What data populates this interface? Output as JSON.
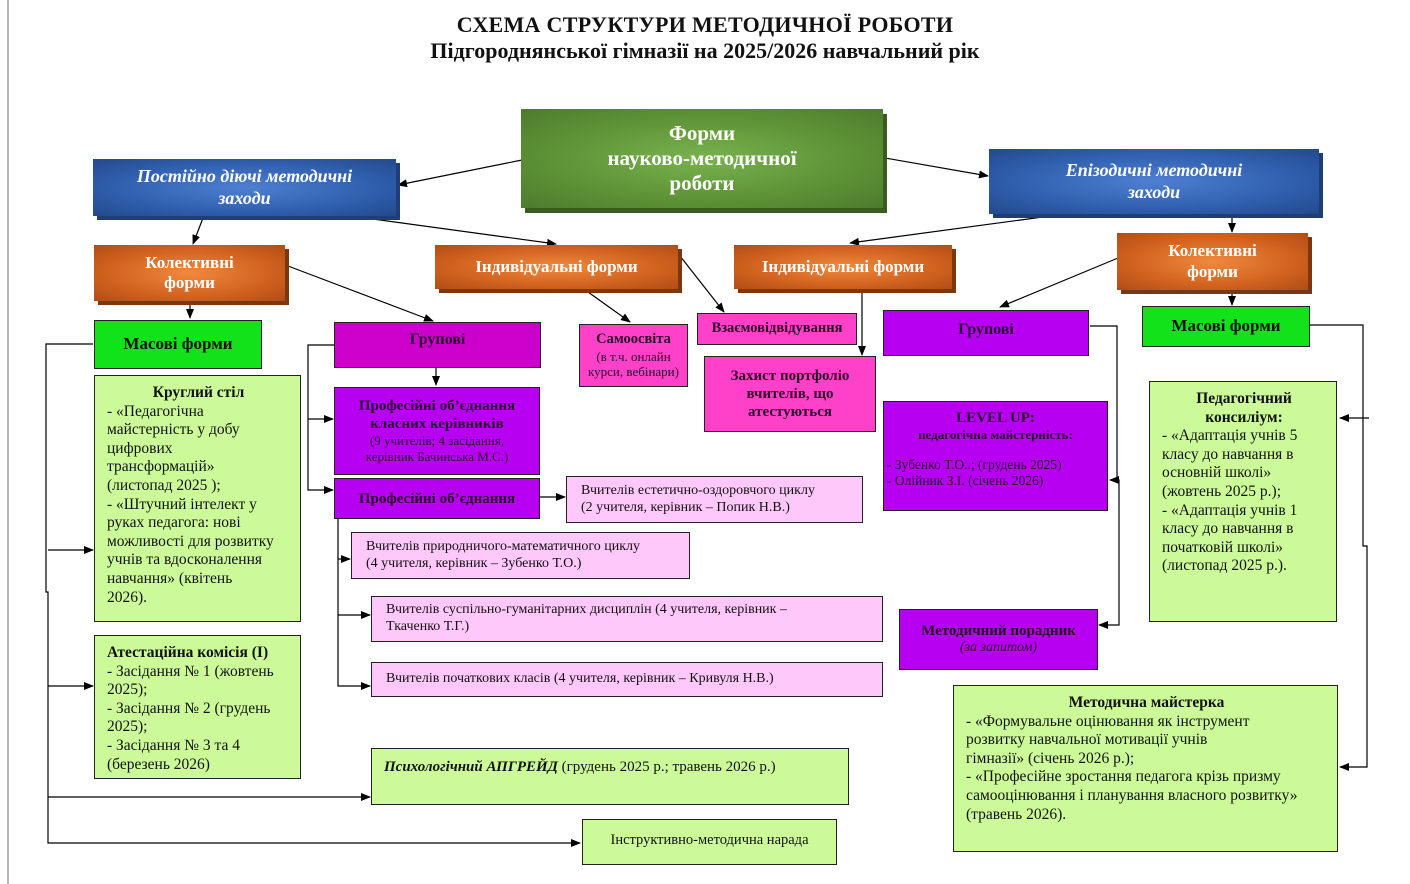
{
  "title": {
    "line1": "СХЕМА СТРУКТУРИ МЕТОДИЧНОЇ РОБОТИ",
    "line2": "Підгороднянської гімназії на 2025/2026 навчальний рік"
  },
  "root": {
    "line1": "Форми",
    "line2": "науково-методичної",
    "line3": "роботи"
  },
  "branches": {
    "permanent": {
      "line1": "Постійно діючі методичні",
      "line2": "заходи"
    },
    "episodic": {
      "line1": "Епізодичні методичні",
      "line2": "заходи"
    }
  },
  "left": {
    "collective": {
      "line1": "Колективні",
      "line2": "форми"
    },
    "individual": {
      "label": "Індивідуальні форми"
    },
    "mass": {
      "label": "Масові форми"
    },
    "group": {
      "label": "Групові"
    },
    "self_education": {
      "title": "Самоосвіта",
      "sub1": "(в т.ч. онлайн",
      "sub2": "курси, вебінари)"
    },
    "mutual_visits": {
      "label": "Взаємовідвідування"
    },
    "round_table": {
      "title": "Круглий стіл",
      "lines": [
        "- «Педагогічна",
        "майстерність у добу",
        "цифрових",
        "трансформацій»",
        "(листопад 2025 );",
        "- «Штучний інтелект у",
        "руках педагога: нові",
        "можливості для розвитку",
        "учнів та вдосконалення",
        "навчання» (квітень",
        "2026)."
      ]
    },
    "attestation": {
      "title": "Атестаційна комісія (І)",
      "lines": [
        "- Засідання № 1 (жовтень",
        "2025);",
        "- Засідання № 2 (грудень",
        "2025);",
        "- Засідання № 3 та 4",
        "(березень 2026)"
      ]
    },
    "class_teachers": {
      "line1": "Професійні об’єднання",
      "line2": "класних керівників",
      "sub1": "(9 учителів; 4 засідання,",
      "sub2": "керівник Бачинська М.С.)"
    },
    "prof_unions": {
      "label": "Професійні об’єднання"
    },
    "unions": [
      {
        "line1": "Вчителів естетично-оздоровчого циклу",
        "line2": "(2 учителя, керівник – Попик Н.В.)"
      },
      {
        "line1": "Вчителів природничого-математичного циклу",
        "line2": "(4 учителя, керівник – Зубенко Т.О.)"
      },
      {
        "line1": "Вчителів суспільно-гуманітарних дисциплін (4 учителя, керівник –",
        "line2": "Ткаченко Т.Г.)"
      },
      {
        "line1": "Вчителів початкових класів (4 учителя, керівник – Кривуля Н.В.)",
        "line2": ""
      }
    ],
    "psych_upgrade": {
      "title": "Психологічний  АПГРЕЙД",
      "rest": " (грудень 2025 р.; травень 2026 р.)"
    },
    "instructive": {
      "label": "Інструктивно-методична нарада"
    }
  },
  "right": {
    "individual": {
      "label": "Індивідуальні форми"
    },
    "collective": {
      "line1": "Колективні",
      "line2": "форми"
    },
    "group": {
      "label": "Групові"
    },
    "mass": {
      "label": "Масові форми"
    },
    "portfolio": {
      "line1": "Захист портфоліо",
      "line2": "вчителів,  що",
      "line3": "атестуються"
    },
    "level_up": {
      "title": "LEVEL UP:",
      "subtitle": "педагогічна майстерність:",
      "lines": [
        "- Зубенко Т.О..; (грудень 2025)",
        "- Олійник З.І. (січень 2026)"
      ]
    },
    "advisor": {
      "title": "Методичний порадник",
      "sub": "(за запитом)"
    },
    "consilium": {
      "title1": "Педагогічний",
      "title2": "консиліум:",
      "lines": [
        "- «Адаптація учнів 5",
        "класу до навчання в",
        "основній школі»",
        "(жовтень 2025 р.);",
        "- «Адаптація учнів 1",
        "класу до навчання в",
        "початковій  школі»",
        "(листопад 2025 р.)."
      ]
    },
    "workshop": {
      "title": "Методична майстерка",
      "lines": [
        "- «Формувальне оцінювання як інструмент",
        "розвитку навчальної мотивації учнів",
        "гімназії» (січень 2026 р.);",
        "- «Професійне зростання педагога крізь призму",
        "самооцінювання і планування власного розвитку»",
        "(травень 2026)."
      ]
    }
  }
}
